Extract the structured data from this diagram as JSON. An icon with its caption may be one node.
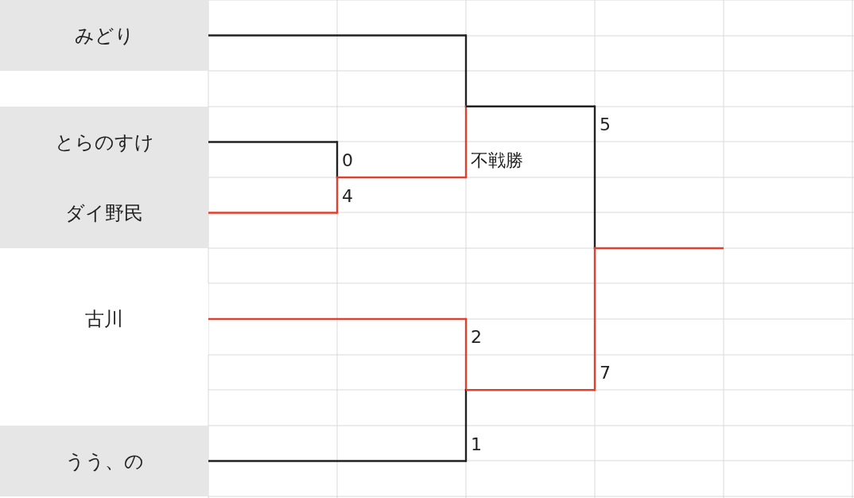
{
  "diagram": {
    "nodes": [
      {
        "text": [
          "みどり"
        ]
      },
      {
        "text": [
          "とらのすけ"
        ]
      },
      {
        "text": [
          "ダイ野民"
        ]
      },
      {
        "text": [
          "古川"
        ]
      },
      {
        "text": [
          "うう、の"
        ]
      },
      {
        "text": [],
        "shape": "bar"
      },
      {
        "text": [],
        "shape": "bar"
      },
      {
        "text": [],
        "shape": "bar"
      },
      {
        "text": [],
        "shape": "bar"
      }
    ],
    "edges": [
      {
        "from": 1,
        "to": 5,
        "arrow": "none",
        "label": "0",
        "color": "#222222"
      },
      {
        "from": 2,
        "to": 5,
        "arrow": "none",
        "label": "4"
      },
      {
        "from": 0,
        "to": 6,
        "arrow": "none",
        "color": "#222222"
      },
      {
        "from": 5,
        "to": 6,
        "arrow": "none",
        "label": "不戦勝"
      },
      {
        "from": 3,
        "to": 7,
        "arrow": "none",
        "label": "2"
      },
      {
        "from": 4,
        "to": 7,
        "arrow": "none",
        "label": "1",
        "color": "#222222"
      },
      {
        "from": 6,
        "to": 8,
        "arrow": "none",
        "label": "5",
        "color": "#222222"
      },
      {
        "from": 7,
        "to": 8,
        "arrow": "none",
        "label": "7"
      },
      {
        "from": 8,
        "to": null,
        "arrow": "none"
      }
    ]
  }
}
